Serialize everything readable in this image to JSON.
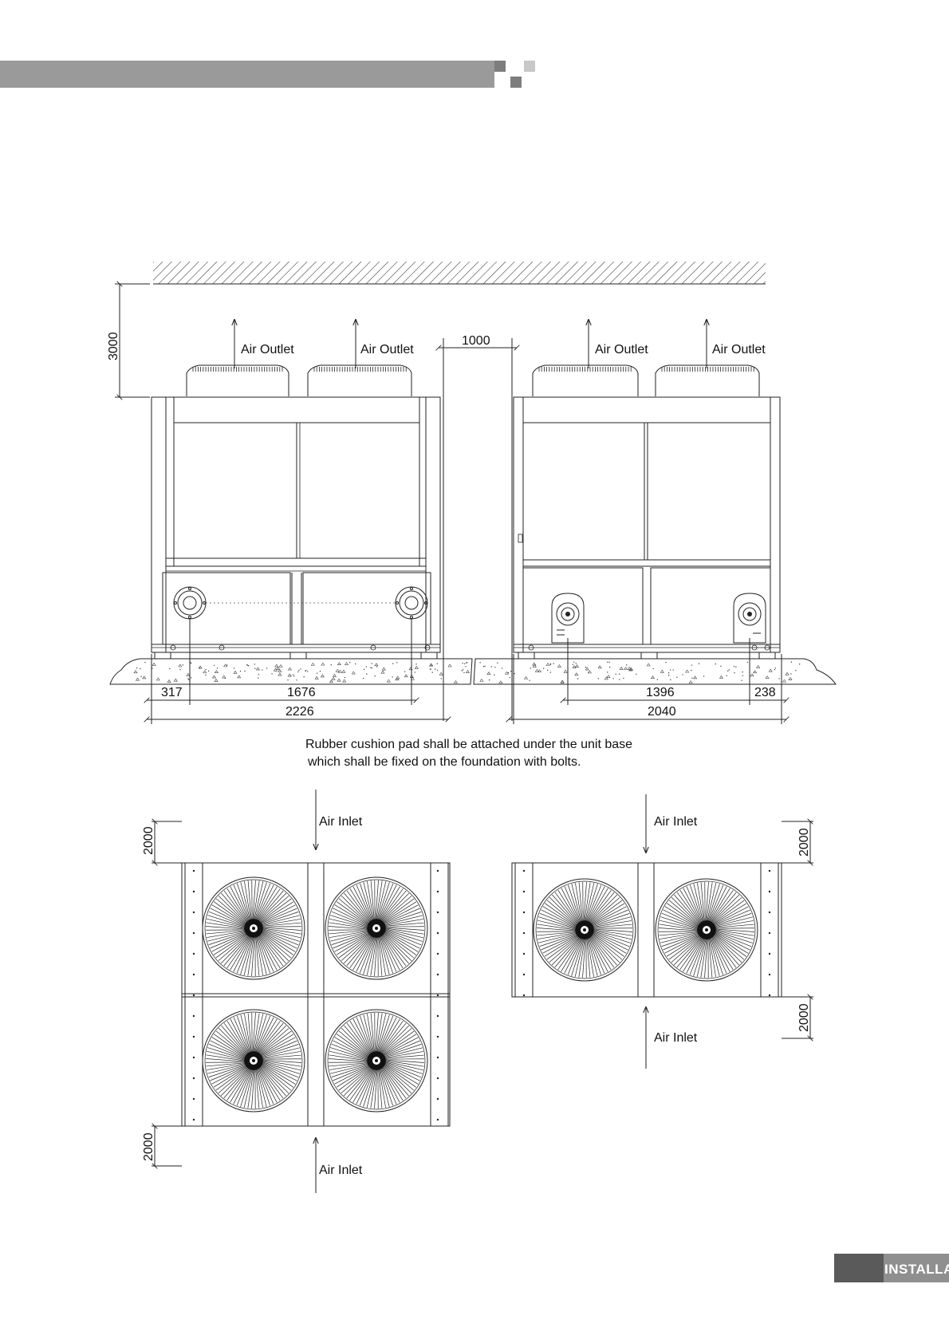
{
  "header": {
    "bar_color": "#9a9a9a",
    "square_dark": "#7d7d7d",
    "square_light": "#c8c8c8"
  },
  "front_view": {
    "left_unit": {
      "outlet_labels": [
        "Air Outlet",
        "Air Outlet"
      ],
      "dims": {
        "a": "317",
        "b": "1676",
        "total": "2226"
      }
    },
    "right_unit": {
      "outlet_labels": [
        "Air Outlet",
        "Air Outlet"
      ],
      "dims": {
        "a": "1396",
        "b": "238",
        "total": "2040"
      }
    },
    "clearance_top": "3000",
    "clearance_between": "1000"
  },
  "note": {
    "line1": "Rubber cushion pad shall be attached under the unit base",
    "line2": "which shall be fixed on the foundation with bolts."
  },
  "top_view": {
    "left_unit": {
      "inlet_top": "Air Inlet",
      "inlet_bottom": "Air Inlet",
      "clearance_top": "2000",
      "clearance_bottom": "2000"
    },
    "right_unit": {
      "inlet_top": "Air Inlet",
      "inlet_bottom": "Air Inlet",
      "clearance_top": "2000",
      "clearance_bottom": "2000"
    }
  },
  "footer": {
    "tab_label": "INSTALLATION",
    "tab_dark": "#5a5a5a",
    "tab_light": "#8f8f8f"
  }
}
